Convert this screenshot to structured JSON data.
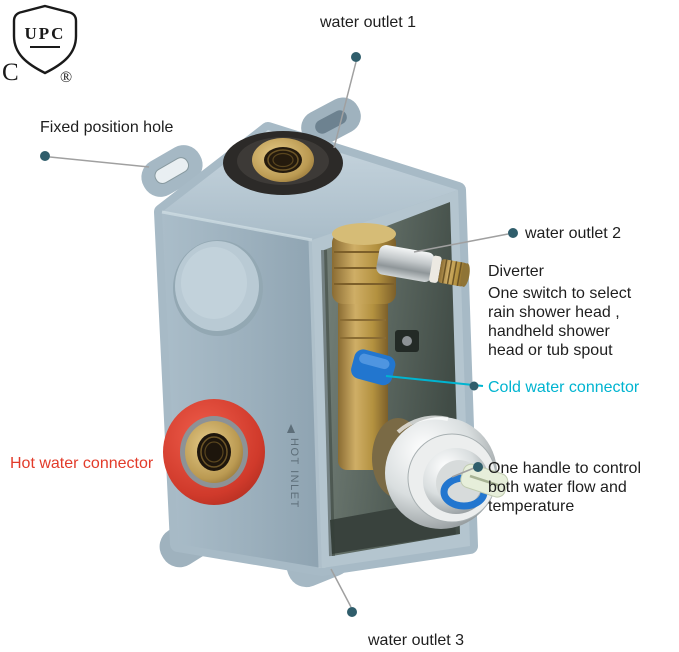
{
  "certification": {
    "shield_text": "UPC",
    "left_mark": "C",
    "right_mark": "®"
  },
  "callouts": {
    "water_outlet_1": "water outlet 1",
    "fixed_position_hole": "Fixed position hole",
    "water_outlet_2": "water outlet 2",
    "diverter_title": "Diverter",
    "diverter_description": "One switch to select rain shower head , handheld shower head or tub spout",
    "cold_water_connector": "Cold water connector",
    "hot_water_connector": "Hot water connector",
    "handle_description": "One handle to control both water flow and temperature",
    "water_outlet_3": "water outlet 3"
  },
  "product_markings": {
    "hot_inlet": "HOT INLET"
  },
  "colors": {
    "cold_label": "#00b4d0",
    "hot_label": "#e23b2a",
    "annotation_dot": "#2f5d6b",
    "leader_line": "#a0a0a0",
    "box_plastic": "#a7bac6",
    "brass": "#bb9a52",
    "red_ring": "#d03a2b",
    "cold_part_blue": "#2276cf"
  }
}
